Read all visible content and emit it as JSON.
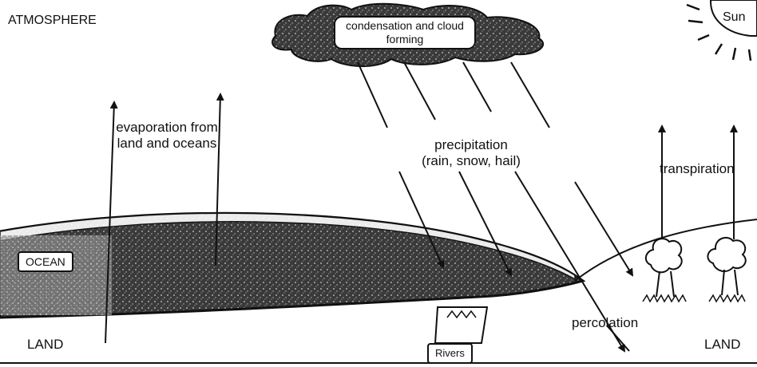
{
  "labels": {
    "atmosphere": "ATMOSPHERE",
    "sun": "Sun",
    "condensation": "condensation and cloud forming",
    "evaporation": "evaporation from land and oceans",
    "precipitation_line1": "precipitation",
    "precipitation_line2": "(rain, snow, hail)",
    "transpiration": "transpiration",
    "ocean": "OCEAN",
    "land_left": "LAND",
    "land_right": "LAND",
    "percolation": "percolation",
    "rivers": "Rivers"
  },
  "icons": [
    "sun-icon",
    "cloud-icon",
    "tree-icon",
    "arrow-icon"
  ],
  "colors": {
    "ink": "#111111",
    "ocean_fill": "#2b2b2b",
    "background": "#ffffff"
  }
}
